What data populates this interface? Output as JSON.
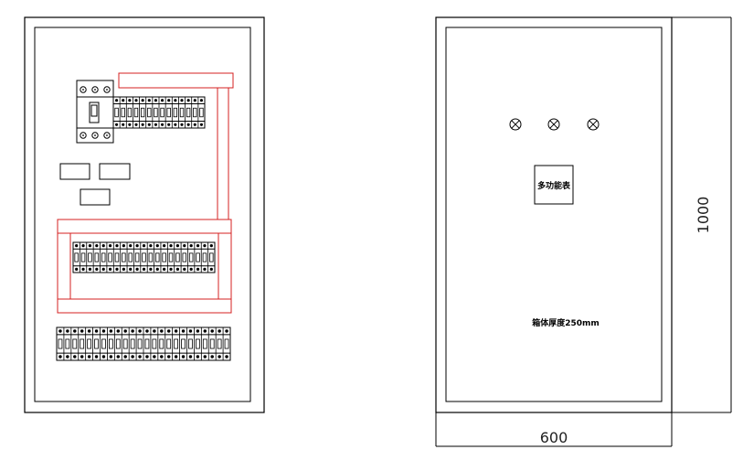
{
  "internal_layout": {
    "upper_breaker_row": {
      "breakers": 14
    },
    "middle_breaker_row": {
      "breakers": 21
    },
    "bottom_breaker_row": {
      "breakers": 24
    }
  },
  "front_view": {
    "indicator_lamps": {
      "count": 3,
      "icon": "cross-circle-lamp-icon"
    },
    "meter_label": "多功能表",
    "depth_note": "箱体厚度250mm"
  },
  "dimensions": {
    "width": "600",
    "height": "1000"
  },
  "colors": {
    "line": "#000000",
    "busbar": "#d42020"
  }
}
